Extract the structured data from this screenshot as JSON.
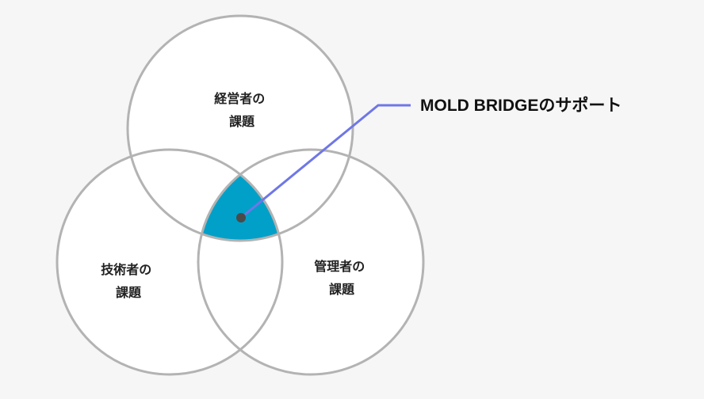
{
  "diagram": {
    "circles": [
      {
        "id": "top",
        "lines": [
          "経営者の",
          "課題"
        ]
      },
      {
        "id": "left",
        "lines": [
          "技術者の",
          "課題"
        ]
      },
      {
        "id": "right",
        "lines": [
          "管理者の",
          "課題"
        ]
      }
    ],
    "callout": {
      "label": "MOLD BRIDGEのサポート"
    },
    "colors": {
      "background": "#f6f6f6",
      "circle_stroke": "#b3b3b3",
      "circle_fill": "#ffffff",
      "intersection_fill": "#00a0c8",
      "leader_line": "#6f77e6",
      "dot": "#4a4a4a"
    }
  }
}
